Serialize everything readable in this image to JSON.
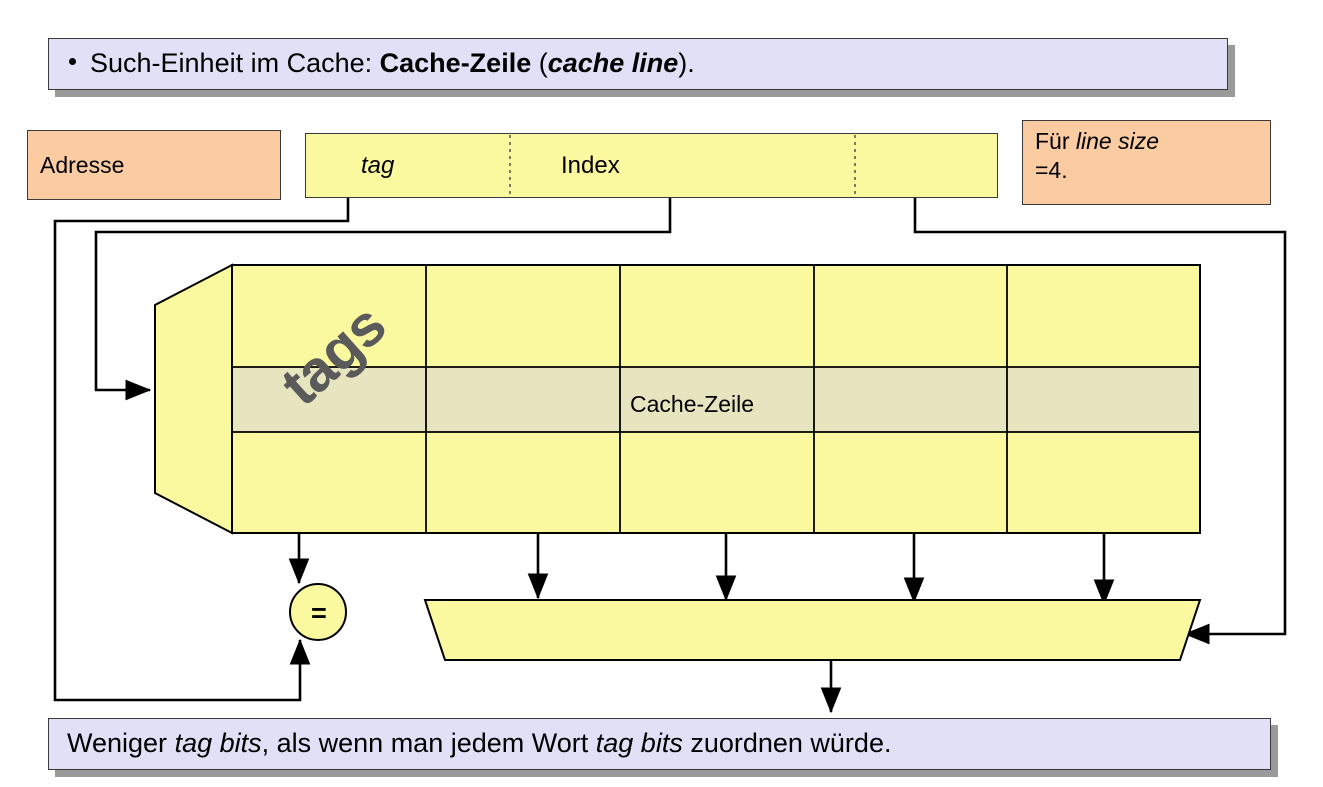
{
  "header": {
    "bullet_text_plain": "Such-Einheit im Cache: Cache-Zeile (cache line).",
    "part1": "Such-Einheit im Cache: ",
    "part2_bold": "Cache",
    "part3_bold": "-Zeile",
    "part4": " (",
    "part5_bold_italic": "cache line",
    "part6": ")."
  },
  "address": {
    "box_label": "Adresse",
    "fields": [
      {
        "name": "tag",
        "label": "tag",
        "italic": true
      },
      {
        "name": "index",
        "label": "Index",
        "italic": false
      },
      {
        "name": "offset",
        "label": "",
        "italic": false
      }
    ]
  },
  "note": {
    "line1_prefix": "Für ",
    "line1_italic": "line size",
    "line2": "=4."
  },
  "cache": {
    "tag_array_label": "tags",
    "highlighted_cell_label": "Cache-Zeile",
    "comparator_label": "=",
    "columns": 5,
    "rows": 3,
    "highlighted_row_index": 1
  },
  "footer": {
    "full_text": "Weniger tag bits, als wenn man jedem Wort tag bits zuordnen würde.",
    "p1": "Weniger ",
    "p2_italic": "tag bits",
    "p3": ", als wenn man jedem Wort ",
    "p4_italic": "tag bits",
    "p5": " zuordnen würde."
  },
  "colors": {
    "callout_fill": "#E1E0F7",
    "peach_fill": "#FBCCA2",
    "yellow_fill": "#FAF9A0",
    "highlight_fill": "#E6E5C0",
    "stroke": "#3a3a3a",
    "shadow": "#9a9a9a",
    "tags_text": "#5a5a5a"
  }
}
